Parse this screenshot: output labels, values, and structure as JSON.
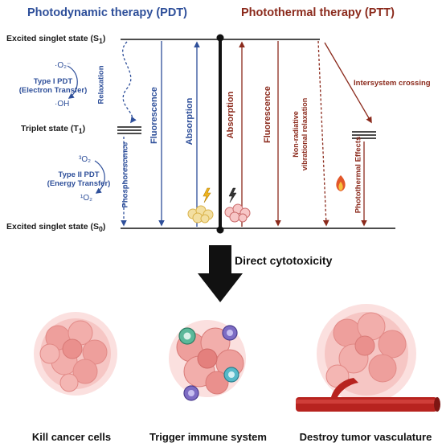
{
  "headers": {
    "pdt": "Photodynamic therapy (PDT)",
    "ptt": "Photothermal therapy (PTT)"
  },
  "states": {
    "s1_prefix": "Excited singlet state (S",
    "s1_sub": "1",
    "triplet_prefix": "Triplet state (T",
    "triplet_sub": "1",
    "s0_prefix": "Excited singlet state (S",
    "s0_sub": "0",
    "close": ")"
  },
  "type1": {
    "line1": "Type I PDT",
    "line2": "(Electron Transfer)",
    "in_species": "·O₂⁻",
    "out_species": "·OH"
  },
  "type2": {
    "line1": "Type II PDT",
    "line2": "(Energy Transfer)",
    "in_species": "³O₂",
    "out_species": "¹O₂"
  },
  "transitions": {
    "relaxation": "Relaxation",
    "phosphorescence": "Phosphorescence",
    "fluorescence_pdt": "Fluorescence",
    "absorption_pdt": "Absorption",
    "absorption_ptt": "Absorption",
    "fluorescence_ptt": "Fluorescence",
    "nonrad_line1": "Non-radiative",
    "nonrad_line2": "vibrational relaxation",
    "intersystem": "Intersystem crossing",
    "photothermal": "Photothermal Effects"
  },
  "arrow_caption": "Direct cytotoxicity",
  "outcomes": {
    "kill": "Kill cancer cells",
    "immune": "Trigger immune system",
    "vasculature": "Destroy tumor vasculature"
  },
  "colors": {
    "pdt_blue": "#2e4f9a",
    "ptt_red": "#8b2a1c",
    "tumor_pink": "#f2a8a8",
    "vessel_red": "#b7231f"
  }
}
